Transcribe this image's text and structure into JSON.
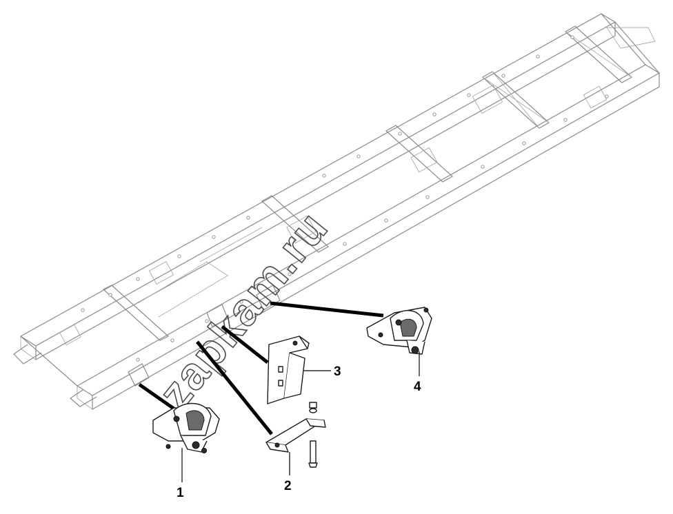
{
  "diagram": {
    "watermark": "zapkam.ru",
    "callouts": [
      {
        "id": "1",
        "label": "1"
      },
      {
        "id": "2",
        "label": "2"
      },
      {
        "id": "3",
        "label": "3"
      },
      {
        "id": "4",
        "label": "4"
      }
    ]
  }
}
